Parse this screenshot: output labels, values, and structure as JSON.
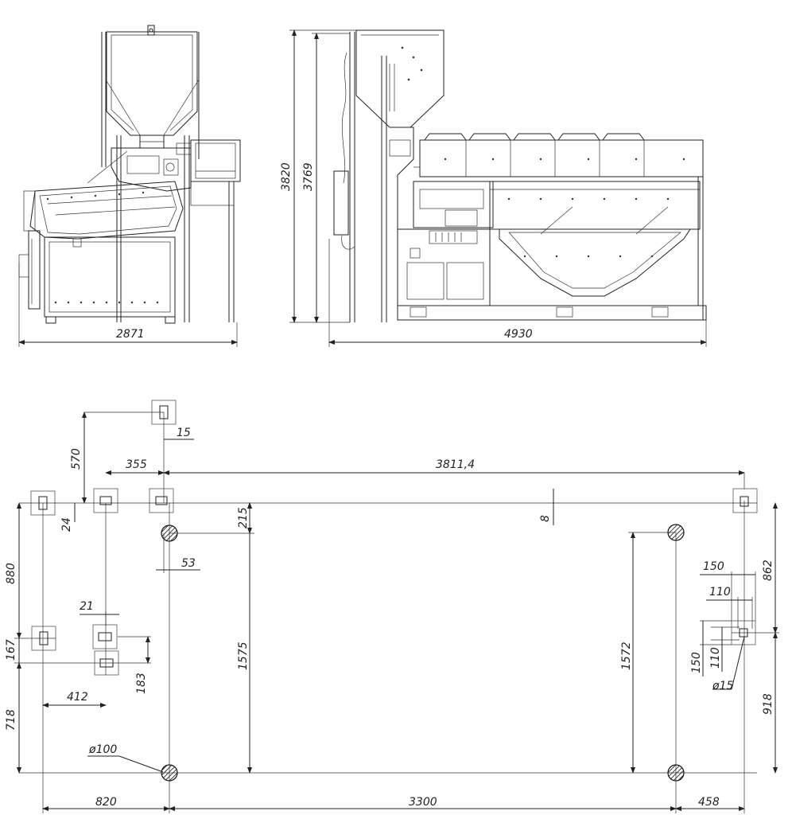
{
  "dimensions": {
    "side_width": "2871",
    "front_width": "4930",
    "height_total": "3820",
    "height_frame": "3769",
    "plan": {
      "d570": "570",
      "d15_top": "15",
      "d355": "355",
      "d3811": "3811,4",
      "d24": "24",
      "d8": "8",
      "d215": "215",
      "d53": "53",
      "d880": "880",
      "d862": "862",
      "d150_h": "150",
      "d110_h": "110",
      "d21": "21",
      "d167": "167",
      "d183": "183",
      "d412": "412",
      "d1575": "1575",
      "d1572": "1572",
      "d150_v": "150",
      "d110_v": "110",
      "phi15": "ø15",
      "d918": "918",
      "d718": "718",
      "phi100": "ø100",
      "d820": "820",
      "d3300": "3300",
      "d458": "458"
    }
  }
}
